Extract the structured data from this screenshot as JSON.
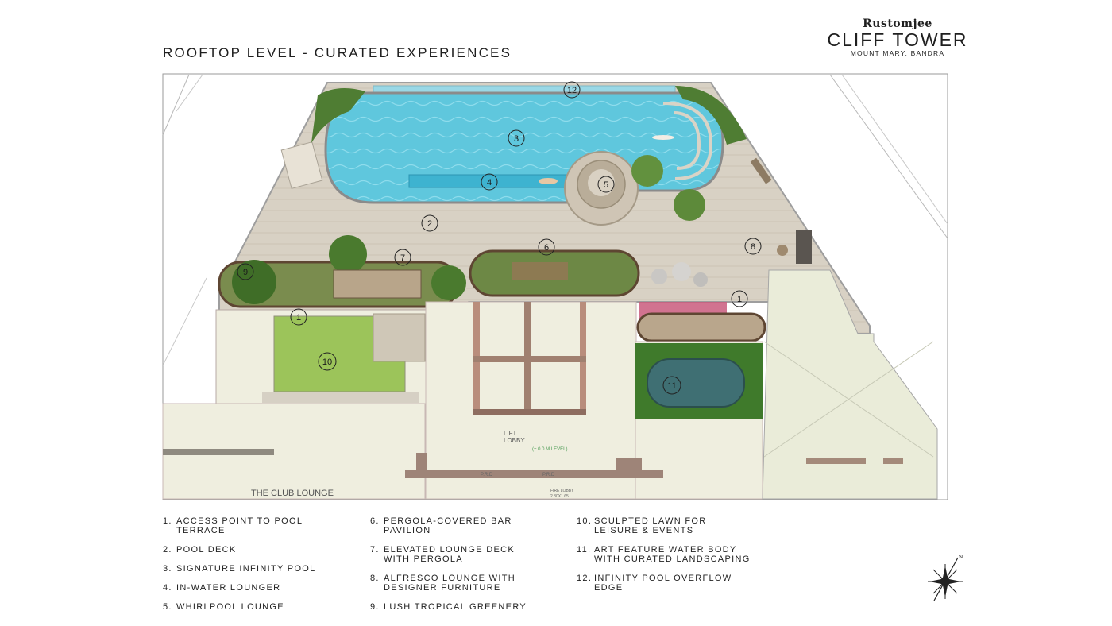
{
  "header": {
    "title": "ROOFTOP LEVEL - CURATED EXPERIENCES"
  },
  "brand": {
    "developer": "Rustomjee",
    "project": "CLIFF TOWER",
    "location": "MOUNT MARY, BANDRA"
  },
  "plan_labels": {
    "club_lounge": "THE CLUB LOUNGE",
    "lift_lobby_1": "LIFT",
    "lift_lobby_2": "LOBBY",
    "level_note": "(+ 0.0 M LEVEL)",
    "prd_1": "P.R.D",
    "prd_2": "P.R.D",
    "fire_lobby_1": "FIRE LOBBY",
    "fire_lobby_2": "2.80X1.65"
  },
  "markers": [
    "1",
    "2",
    "3",
    "4",
    "5",
    "6",
    "7",
    "8",
    "9",
    "10",
    "11",
    "12",
    "1"
  ],
  "legend": [
    {
      "num": "1.",
      "text": "ACCESS POINT TO POOL TERRACE"
    },
    {
      "num": "2.",
      "text": "POOL DECK"
    },
    {
      "num": "3.",
      "text": "SIGNATURE INFINITY POOL"
    },
    {
      "num": "4.",
      "text": "IN-WATER LOUNGER"
    },
    {
      "num": "5.",
      "text": "WHIRLPOOL LOUNGE"
    },
    {
      "num": "6.",
      "text": "PERGOLA-COVERED BAR PAVILION"
    },
    {
      "num": "7.",
      "text": "ELEVATED LOUNGE DECK WITH PERGOLA"
    },
    {
      "num": "8.",
      "text": "ALFRESCO LOUNGE WITH DESIGNER FURNITURE"
    },
    {
      "num": "9.",
      "text": "LUSH TROPICAL GREENERY"
    },
    {
      "num": "10.",
      "text": "SCULPTED LAWN FOR LEISURE & EVENTS"
    },
    {
      "num": "11.",
      "text": "ART FEATURE WATER BODY WITH CURATED LANDSCAPING"
    },
    {
      "num": "12.",
      "text": "INFINITY POOL OVERFLOW EDGE"
    }
  ],
  "compass": {
    "label": "N",
    "icon": "north-compass-icon"
  },
  "colors": {
    "water": "#5cc6dc",
    "deck": "#d9d2c6",
    "lawn": "#9cc45a",
    "greenery": "#4f7d33",
    "floor": "#efeedf"
  }
}
